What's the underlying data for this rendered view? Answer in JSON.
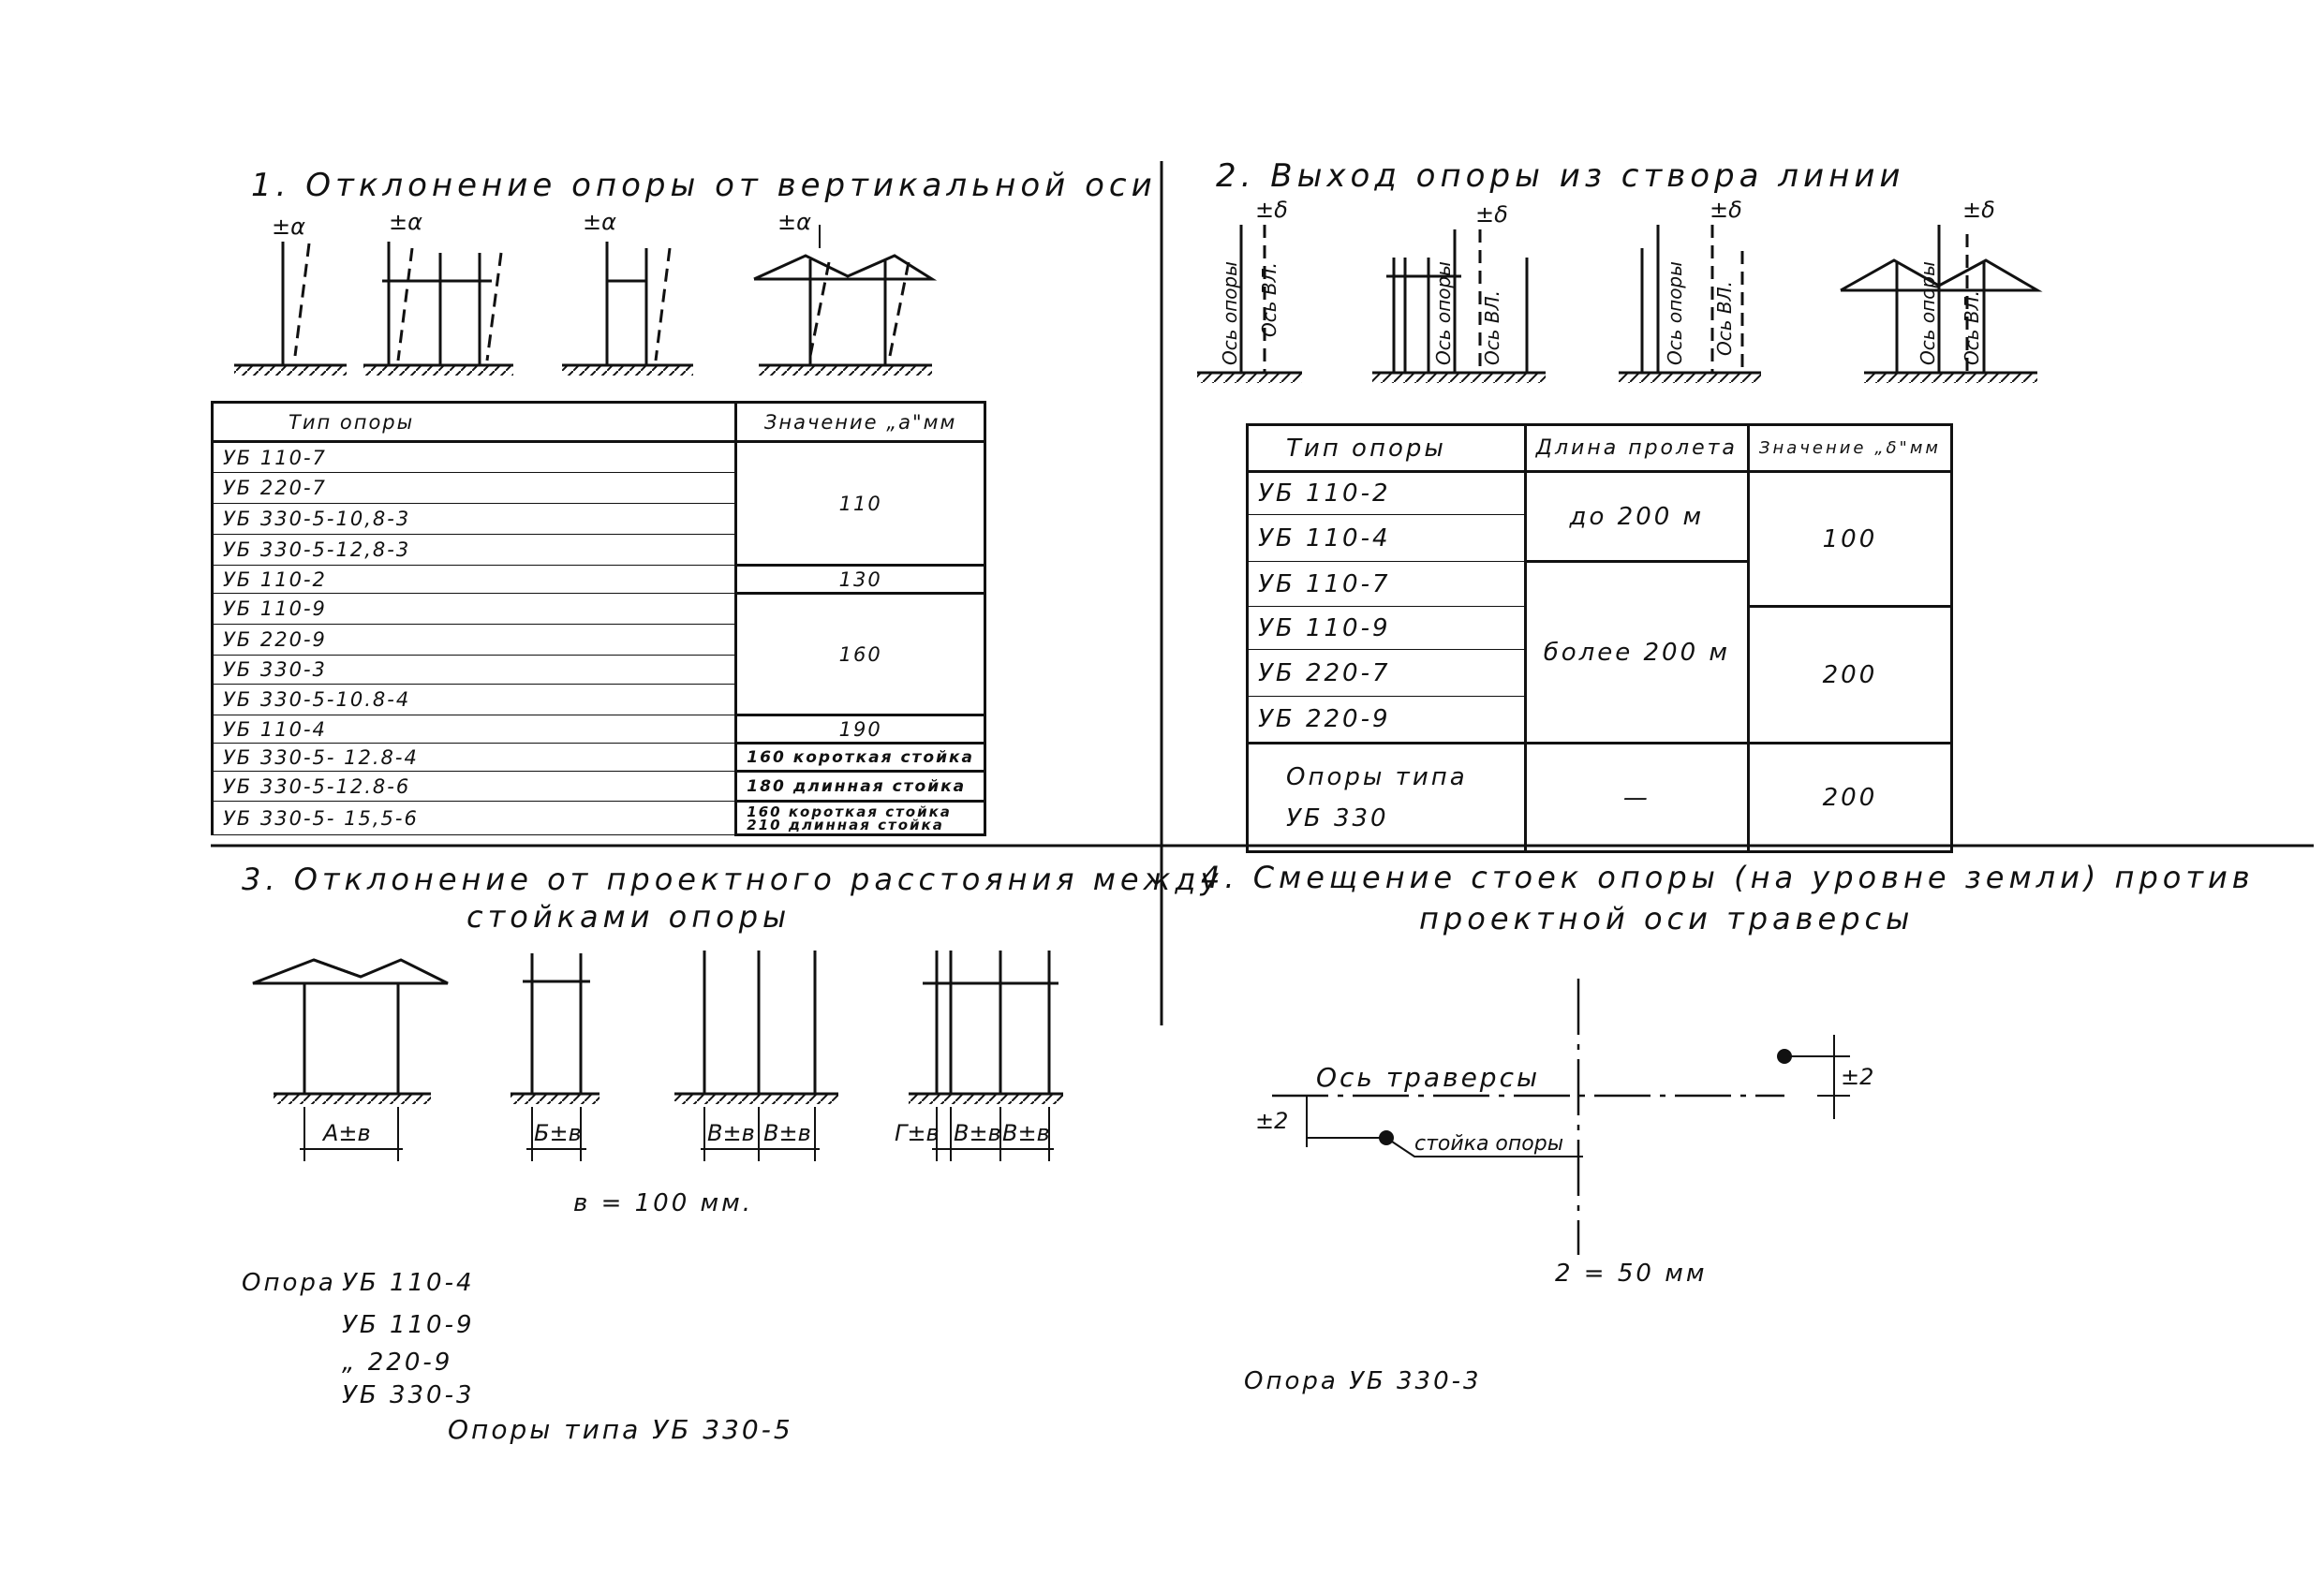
{
  "section1": {
    "heading": "1. Отклонение опоры от вертикальной оси",
    "alpha_label": "±α",
    "table": {
      "header": [
        "Тип опоры",
        "Значение „а\"мм"
      ],
      "rows": [
        {
          "type": "УБ 110-7"
        },
        {
          "type": "УБ 220-7"
        },
        {
          "type": "УБ 330-5-10,8-3"
        },
        {
          "type": "УБ 330-5-12,8-3"
        },
        {
          "type": "УБ 110-2"
        },
        {
          "type": "УБ 110-9"
        },
        {
          "type": "УБ 220-9"
        },
        {
          "type": "УБ 330-3"
        },
        {
          "type": "УБ 330-5-10.8-4"
        },
        {
          "type": "УБ 110-4"
        },
        {
          "type": "УБ 330-5- 12.8-4"
        },
        {
          "type": "УБ 330-5-12.8-6"
        },
        {
          "type": "УБ 330-5- 15,5-6"
        }
      ],
      "values": [
        "110",
        "130",
        "160",
        "190",
        "160 короткая стойка",
        "180 длинная стойка",
        "160 короткая стойка",
        "210 длинная стойка"
      ]
    }
  },
  "section2": {
    "heading": "2. Выход опоры из створа линии",
    "delta_label": "±δ",
    "axis_support": "Ось опоры",
    "axis_line": "Ось ВЛ.",
    "table": {
      "header": [
        "Тип опоры",
        "Длина пролета",
        "Значение „δ\"мм"
      ],
      "types": [
        "УБ 110-2",
        "УБ 110-4",
        "УБ 110-7",
        "УБ 110-9",
        "УБ 220-7",
        "УБ 220-9"
      ],
      "span_a": "до 200 м",
      "value_a": "100",
      "span_b": "более 200 м",
      "value_b": "200",
      "last_type_line1": "Опоры типа",
      "last_type_line2": "УБ 330",
      "last_span": "—",
      "last_value": "200"
    }
  },
  "section3": {
    "heading_line1": "3. Отклонение от проектного расстояния между",
    "heading_line2": "стойками опоры",
    "dim_a": "А±в",
    "dim_b": "Б±в",
    "dim_v": "В±в",
    "dim_g": "Г±в",
    "note": "в = 100 мм.",
    "support_label": "Опора",
    "supports": [
      "УБ 110-4",
      "УБ 110-9",
      "„ 220-9",
      "УБ 330-3"
    ],
    "footer": "Опоры типа УБ 330-5"
  },
  "section4": {
    "heading_line1": "4. Смещение стоек опоры (на уровне земли) против",
    "heading_line2": "проектной оси траверсы",
    "axis_label": "Ось траверсы",
    "post_label": "стойка опоры",
    "tol_label": "±2",
    "note": "2 = 50 мм",
    "footer": "Опора УБ 330-3"
  }
}
